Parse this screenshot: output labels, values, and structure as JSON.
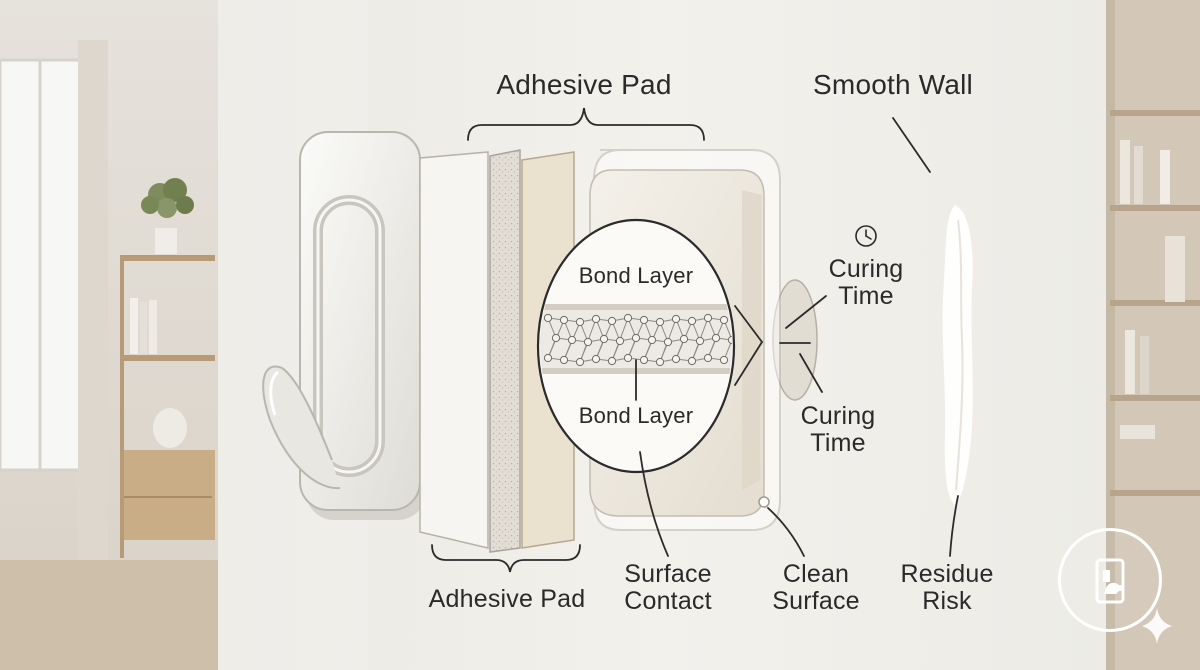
{
  "labels": {
    "adhesive_pad_top": "Adhesive Pad",
    "smooth_wall": "Smooth Wall",
    "bond_layer_top": "Bond Layer",
    "bond_layer_bottom": "Bond Layer",
    "curing_time_upper": [
      "Curing",
      "Time"
    ],
    "curing_time_lower": [
      "Curing",
      "Time"
    ],
    "adhesive_pad_bottom": "Adhesive Pad",
    "surface_contact": [
      "Surface",
      "Contact"
    ],
    "clean_surface": [
      "Clean",
      "Surface"
    ],
    "residue_risk": [
      "Residue",
      "Risk"
    ]
  },
  "icons": {
    "clock": "clock-icon",
    "badge": "plug-hand-icon",
    "sparkle": "sparkle-icon"
  },
  "colors": {
    "wall": "#f1efea",
    "ink": "#2a2a2a",
    "hook": "#ecebe7",
    "pad_beige": "#ebe1cf",
    "pad_speckle": "#dcd8d0"
  }
}
